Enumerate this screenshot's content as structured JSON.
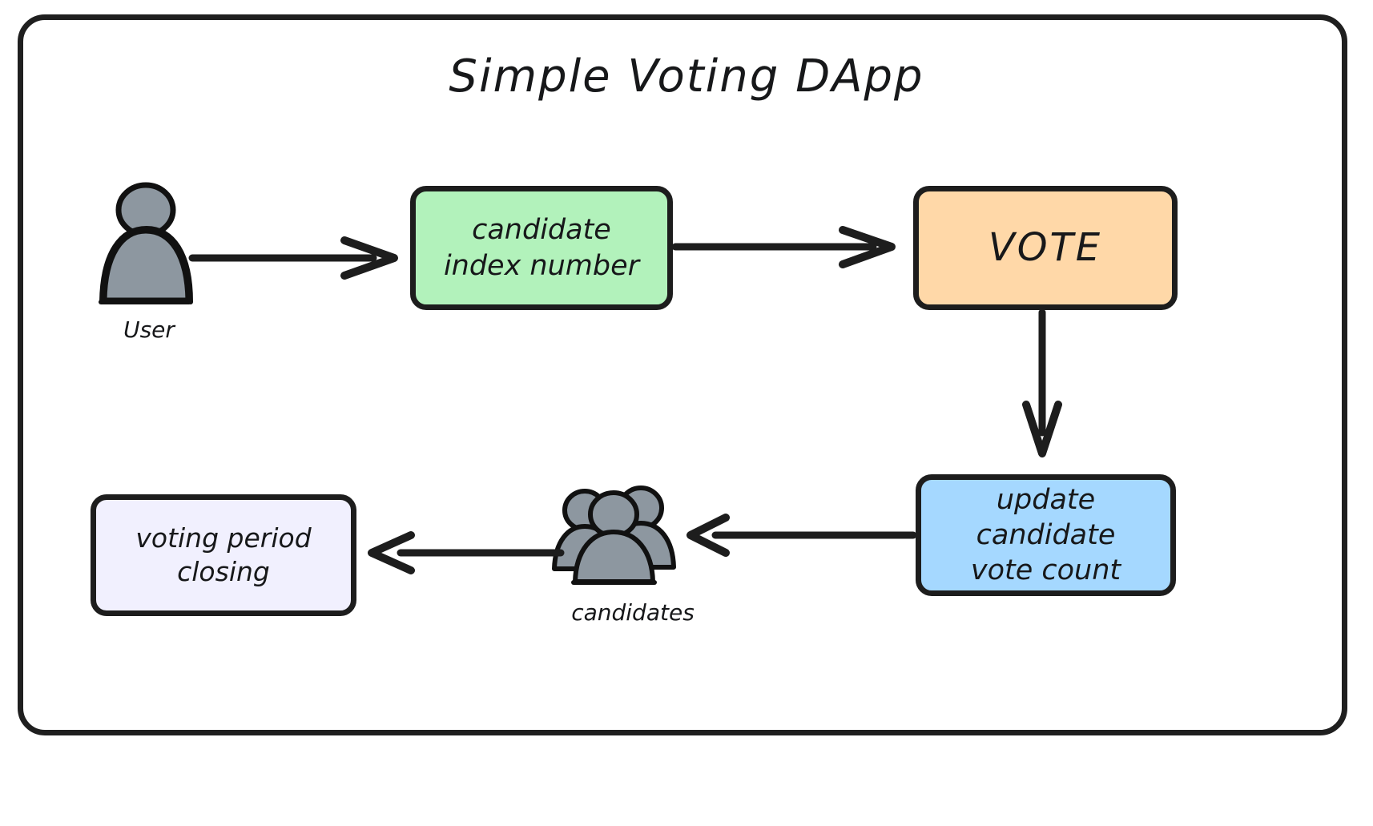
{
  "diagram": {
    "title": "Simple Voting DApp",
    "background_color": "#ffffff",
    "frame_color": "#1f1f1f",
    "nodes": [
      {
        "id": "candidate-index",
        "label": "candidate\nindex number",
        "fill": "#b2f2bb",
        "stroke": "#1d1d1d",
        "shape": "rounded-rectangle"
      },
      {
        "id": "vote",
        "label": "VOTE",
        "fill": "#ffd8a8",
        "stroke": "#1d1d1d",
        "shape": "rounded-rectangle"
      },
      {
        "id": "update-count",
        "label": "update candidate\nvote count",
        "fill": "#a5d8ff",
        "stroke": "#1d1d1d",
        "shape": "rounded-rectangle"
      },
      {
        "id": "voting-closing",
        "label": "voting period\nclosing",
        "fill": "#f1f0fe",
        "stroke": "#1d1d1d",
        "shape": "rounded-rectangle"
      }
    ],
    "actors": [
      {
        "id": "user",
        "caption": "User",
        "icon": "person-icon",
        "fill": "#8d97a0",
        "stroke": "#111111"
      },
      {
        "id": "candidates",
        "caption": "candidates",
        "icon": "people-group-icon",
        "fill": "#8d97a0",
        "stroke": "#111111"
      }
    ],
    "edges": [
      {
        "id": "user-to-candidate-index",
        "from": "user",
        "to": "candidate-index",
        "direction": "right",
        "label": ""
      },
      {
        "id": "candidate-index-to-vote",
        "from": "candidate-index",
        "to": "vote",
        "direction": "right",
        "label": ""
      },
      {
        "id": "vote-to-update-count",
        "from": "vote",
        "to": "update-count",
        "direction": "down",
        "label": ""
      },
      {
        "id": "update-count-to-candidates",
        "from": "update-count",
        "to": "candidates",
        "direction": "left",
        "label": ""
      },
      {
        "id": "candidates-to-voting-closing",
        "from": "candidates",
        "to": "voting-closing",
        "direction": "left",
        "label": ""
      }
    ]
  }
}
